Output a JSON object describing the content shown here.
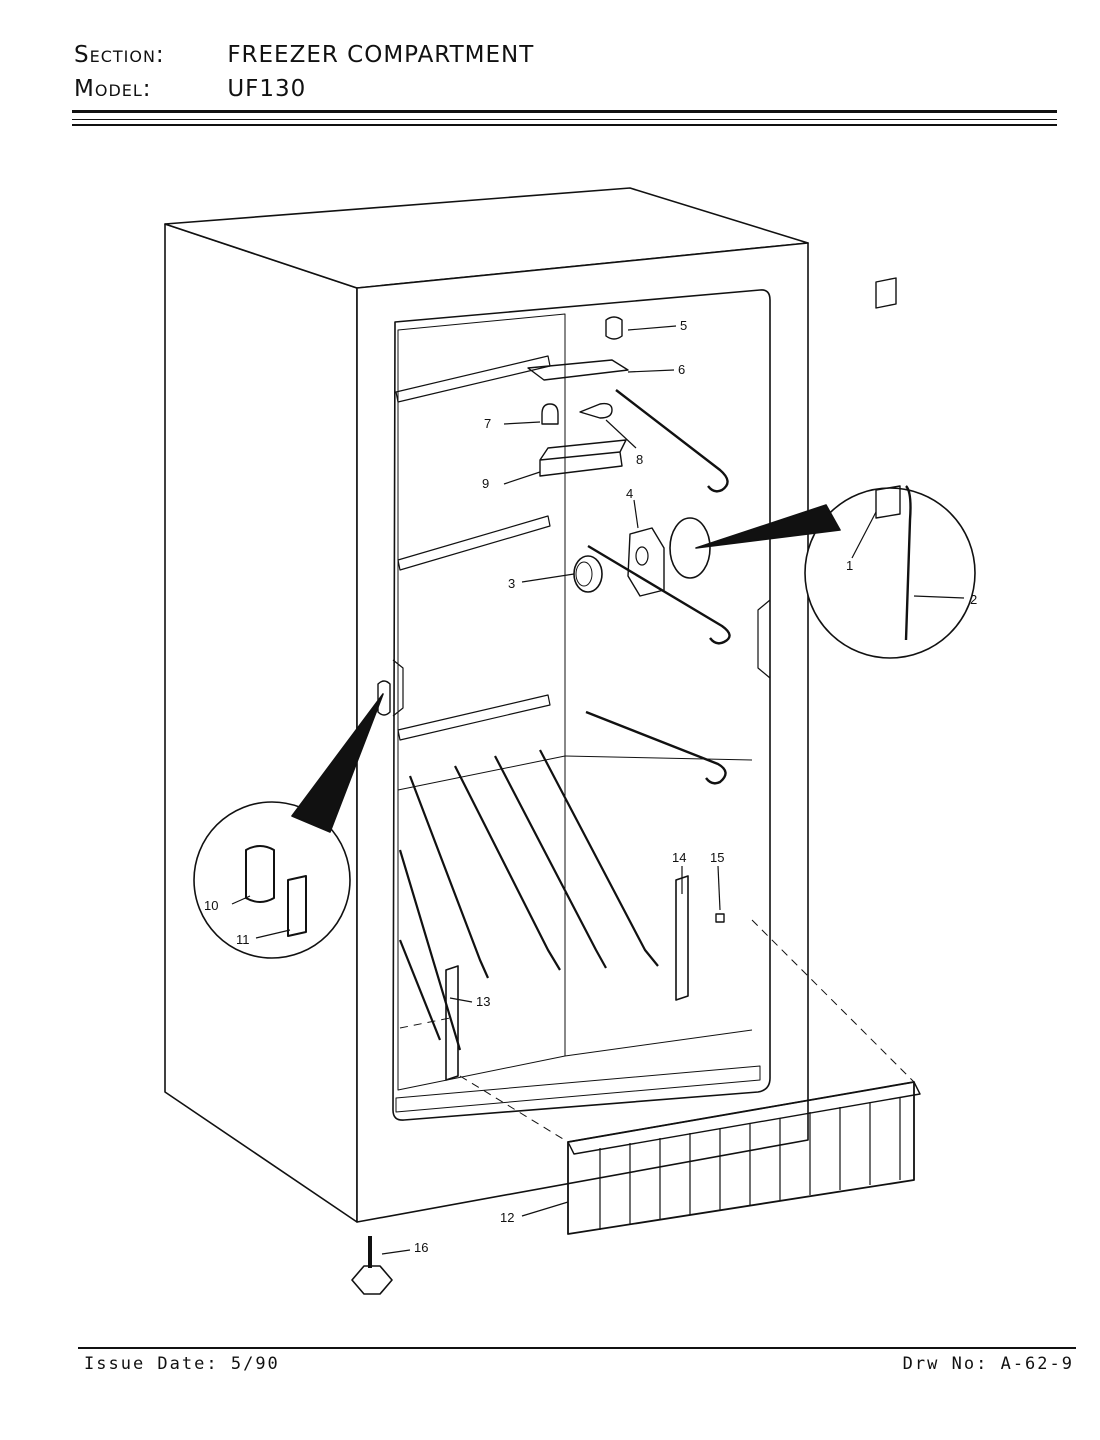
{
  "header": {
    "section_label": "Section:",
    "section_value": "FREEZER COMPARTMENT",
    "model_label": "Model:",
    "model_value": "UF130"
  },
  "callouts": [
    "1",
    "2",
    "3",
    "4",
    "5",
    "6",
    "7",
    "8",
    "9",
    "10",
    "11",
    "12",
    "13",
    "14",
    "15",
    "16"
  ],
  "footer": {
    "issue_label": "Issue Date:",
    "issue_value": "5/90",
    "drawing_label": "Drw No:",
    "drawing_value": "A-62-9"
  }
}
